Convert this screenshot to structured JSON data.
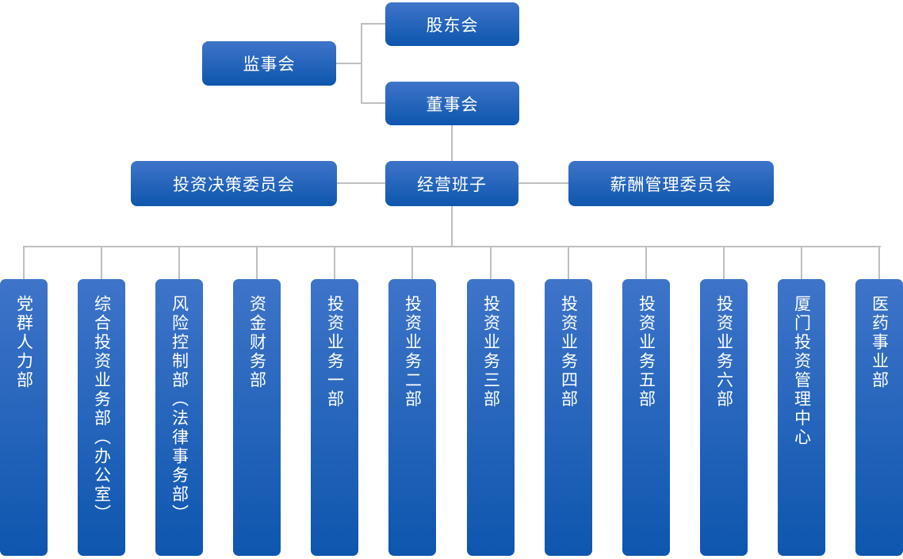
{
  "chart": {
    "type": "org-chart",
    "governance": {
      "shareholders": "股东会",
      "supervisory_board": "监事会",
      "board_of_directors": "董事会",
      "investment_decision_committee": "投资决策委员会",
      "management_team": "经营班子",
      "compensation_management_committee": "薪酬管理委员会"
    },
    "departments": [
      {
        "label": "党群人力部"
      },
      {
        "label": "综合投资业务部（办公室）"
      },
      {
        "label": "风险控制部（法律事务部）"
      },
      {
        "label": "资金财务部"
      },
      {
        "label": "投资业务一部"
      },
      {
        "label": "投资业务二部"
      },
      {
        "label": "投资业务三部"
      },
      {
        "label": "投资业务四部"
      },
      {
        "label": "投资业务五部"
      },
      {
        "label": "投资业务六部"
      },
      {
        "label": "厦门投资管理中心"
      },
      {
        "label": "医药事业部"
      }
    ],
    "relations": [
      "股东会—董事会",
      "监事会—股东会/董事会",
      "董事会—经营班子",
      "投资决策委员会—经营班子",
      "经营班子—薪酬管理委员会",
      "经营班子—全部下属部门"
    ],
    "colors": {
      "node_gradient_top": "#3E74C9",
      "node_gradient_bottom": "#0E56AE",
      "connector": "#BFBFBF",
      "node_text": "#FFFFFF",
      "background": "#FFFFFF"
    }
  }
}
